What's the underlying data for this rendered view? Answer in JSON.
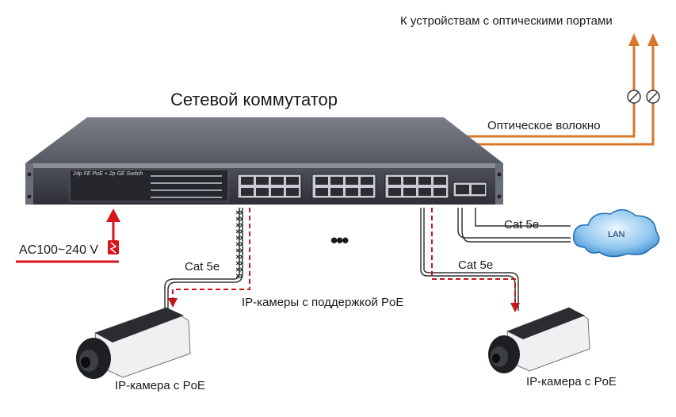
{
  "diagram": {
    "title": "Сетевой коммутатор",
    "optical_devices_label": "К устройствам с оптическими портами",
    "fiber_label": "Оптическое волокно",
    "power_label": "AC100~240 V",
    "cable_left_label": "Cat 5e",
    "cable_lan_label": "Cat 5e",
    "cable_right_label": "Cat 5e",
    "lan_label": "LAN",
    "cameras_caption": "IP-камеры с поддержкой PoE",
    "camera_left_label": "IP-камера с PoE",
    "camera_right_label": "IP-камера с PoE",
    "switch_panel_label": "24p FE PoE + 2p GE Switch",
    "ellipsis": "•••"
  },
  "colors": {
    "fiber": "#d8772a",
    "power": "#d8141c",
    "poe": "#c4161c",
    "switch_body": "#4a4d55",
    "lan_cloud": "#3a8fd4"
  },
  "icons": [
    "power-plug-icon",
    "fiber-connector-icon",
    "cloud-icon",
    "camera-icon"
  ]
}
